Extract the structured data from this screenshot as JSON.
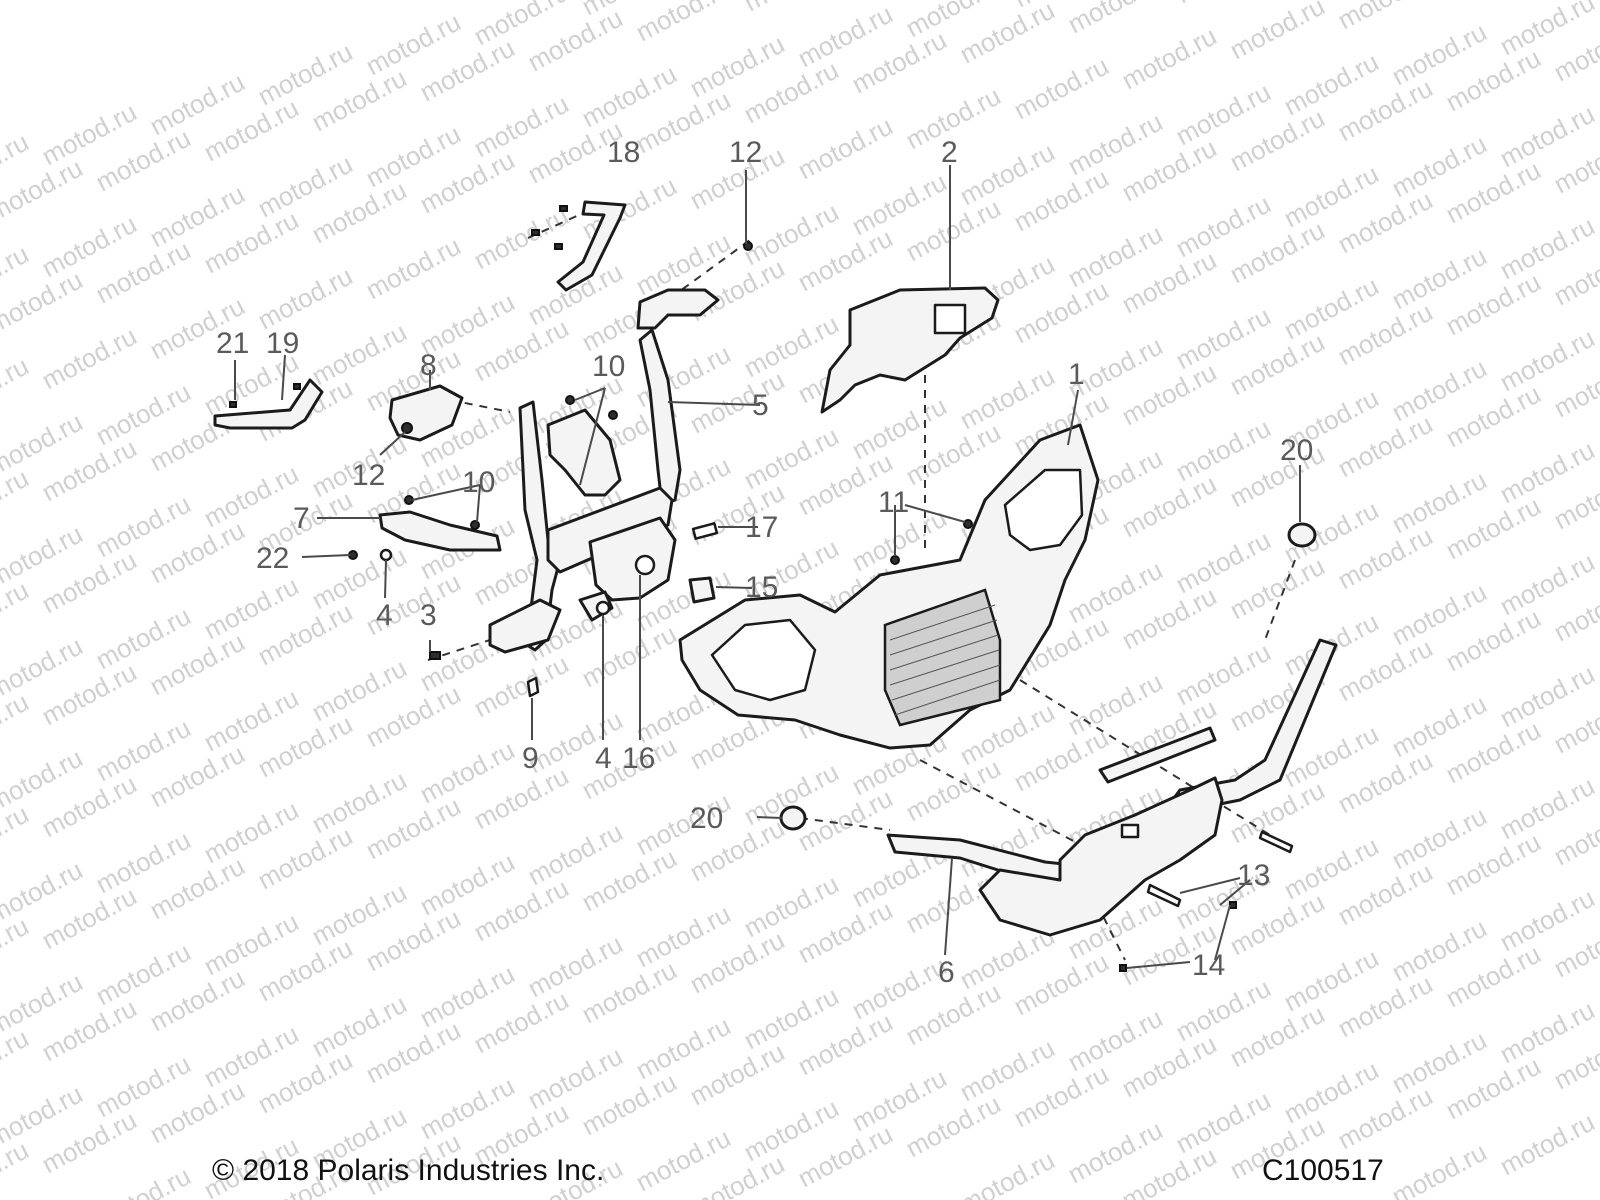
{
  "watermark": "motod.ru",
  "callouts": [
    {
      "id": "1",
      "text": "1"
    },
    {
      "id": "2",
      "text": "2"
    },
    {
      "id": "3",
      "text": "3"
    },
    {
      "id": "4a",
      "text": "4"
    },
    {
      "id": "4b",
      "text": "4"
    },
    {
      "id": "5",
      "text": "5"
    },
    {
      "id": "6",
      "text": "6"
    },
    {
      "id": "7",
      "text": "7"
    },
    {
      "id": "8",
      "text": "8"
    },
    {
      "id": "9",
      "text": "9"
    },
    {
      "id": "10a",
      "text": "10"
    },
    {
      "id": "10b",
      "text": "10"
    },
    {
      "id": "11",
      "text": "11"
    },
    {
      "id": "12a",
      "text": "12"
    },
    {
      "id": "12b",
      "text": "12"
    },
    {
      "id": "13",
      "text": "13"
    },
    {
      "id": "14",
      "text": "14"
    },
    {
      "id": "15",
      "text": "15"
    },
    {
      "id": "16",
      "text": "16"
    },
    {
      "id": "17",
      "text": "17"
    },
    {
      "id": "18",
      "text": "18"
    },
    {
      "id": "19",
      "text": "19"
    },
    {
      "id": "20a",
      "text": "20"
    },
    {
      "id": "20b",
      "text": "20"
    },
    {
      "id": "21",
      "text": "21"
    },
    {
      "id": "22",
      "text": "22"
    }
  ],
  "footer": {
    "copyright": "© 2018 Polaris Industries Inc.",
    "figure_id": "C100517"
  }
}
